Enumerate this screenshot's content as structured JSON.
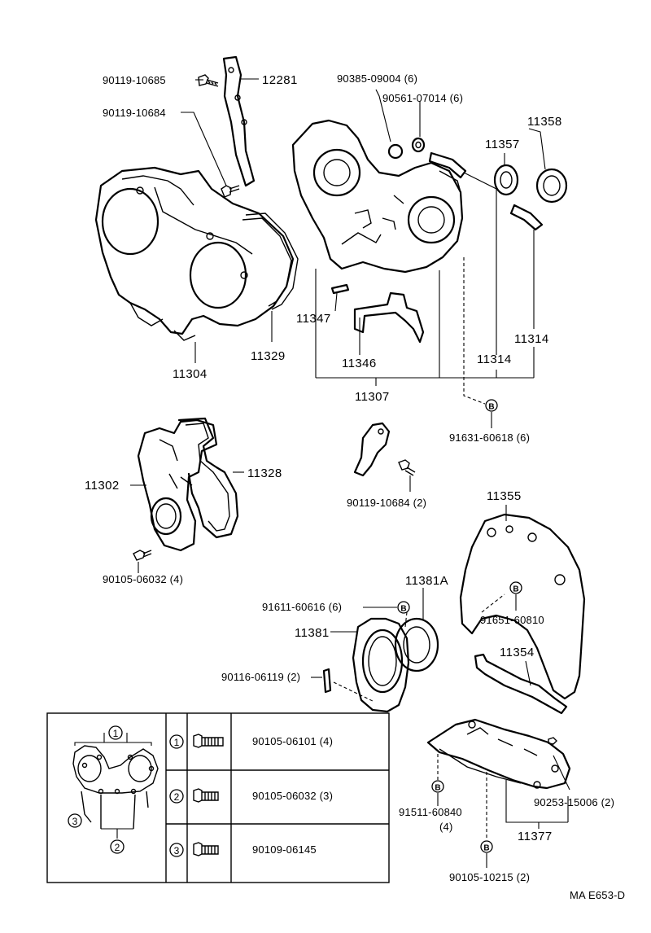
{
  "diagram_code": "MA E653-D",
  "callout_letter": "B",
  "labels": {
    "p12281": "12281",
    "p90119_10685": "90119-10685",
    "p90119_10684_a": "90119-10684",
    "p90385": "90385-09004 (6)",
    "p90561": "90561-07014 (6)",
    "p11358": "11358",
    "p11357": "11357",
    "p11347": "11347",
    "p11346": "11346",
    "p11314_a": "11314",
    "p11314_b": "11314",
    "p11307": "11307",
    "p11304": "11304",
    "p11329": "11329",
    "p91631": "91631-60618 (6)",
    "p11302": "11302",
    "p11328": "11328",
    "p90119_10684_b": "90119-10684 (2)",
    "p90105_06032": "90105-06032 (4)",
    "p11355": "11355",
    "p11381A": "11381A",
    "p91611": "91611-60616 (6)",
    "p11381": "11381",
    "p91651": "91651-60810",
    "p90116": "90116-06119 (2)",
    "p11354": "11354",
    "p90253": "90253-15006 (2)",
    "p91511": "91511-60840",
    "p91511_qty": "(4)",
    "p11377": "11377",
    "p90105_10215": "90105-10215 (2)"
  },
  "legend_table": {
    "rows": [
      {
        "num": "1",
        "part": "90105-06101 (4)"
      },
      {
        "num": "2",
        "part": "90105-06032 (3)"
      },
      {
        "num": "3",
        "part": "90109-06145"
      }
    ],
    "inset_markers": [
      "1",
      "2",
      "3"
    ]
  }
}
